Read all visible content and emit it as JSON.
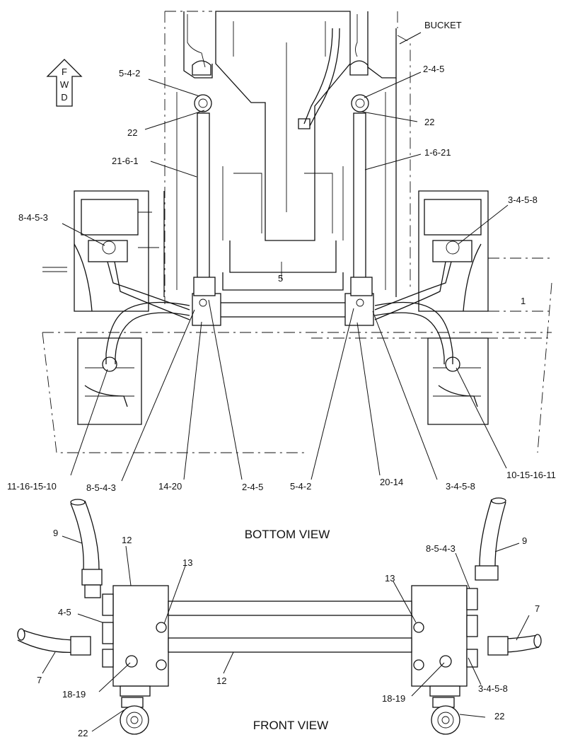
{
  "views": {
    "bottom": "BOTTOM VIEW",
    "front": "FRONT VIEW"
  },
  "fwd": [
    "F",
    "W",
    "D"
  ],
  "callouts": {
    "bucket": "BUCKET",
    "c_5_4_2_top": "5-4-2",
    "c_2_4_5_top": "2-4-5",
    "c_22_top_left": "22",
    "c_22_top_right": "22",
    "c_21_6_1": "21-6-1",
    "c_1_6_21": "1-6-21",
    "c_8_4_5_3": "8-4-5-3",
    "c_3_4_5_8_top": "3-4-5-8",
    "c_1": "1",
    "c_5": "5",
    "c_11_16_15_10": "11-16-15-10",
    "c_8_5_4_3_bottom": "8-5-4-3",
    "c_14_20": "14-20",
    "c_2_4_5_bottom": "2-4-5",
    "c_5_4_2_bottom": "5-4-2",
    "c_20_14": "20-14",
    "c_3_4_5_8_bottom": "3-4-5-8",
    "c_10_15_16_11": "10-15-16-11",
    "f_9_left": "9",
    "f_9_right": "9",
    "f_12_top": "12",
    "f_13_left": "13",
    "f_13_right": "13",
    "f_8_5_4_3": "8-5-4-3",
    "f_4_5": "4-5",
    "f_7_left": "7",
    "f_7_right": "7",
    "f_12_bottom": "12",
    "f_18_19_left": "18-19",
    "f_18_19_right": "18-19",
    "f_3_4_5_8": "3-4-5-8",
    "f_22_left": "22",
    "f_22_right": "22"
  }
}
